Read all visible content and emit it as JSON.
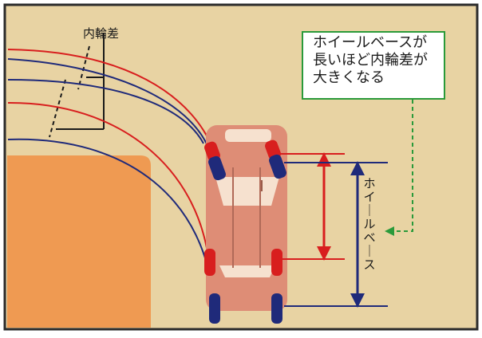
{
  "inner_wheel_difference_label": "内輪差",
  "callout": {
    "lines": [
      "ホイールベースが",
      "長いほど内輪差が",
      "大きくなる"
    ]
  },
  "wheelbase_label": [
    "ホ",
    "イ",
    "｜",
    "ル",
    "ベ",
    "｜",
    "ス"
  ],
  "colors": {
    "background": "#e8d3a3",
    "frame": "#2b2b2b",
    "sidewalk": "#ef9a52",
    "car_body": "#de8d76",
    "car_glass": "#f6e1cf",
    "front_wheel_track": "#d81e1e",
    "rear_wheel_track": "#1f2a7a",
    "callout_border": "#2a9a3a",
    "callout_arrow": "#2a9a3a"
  }
}
